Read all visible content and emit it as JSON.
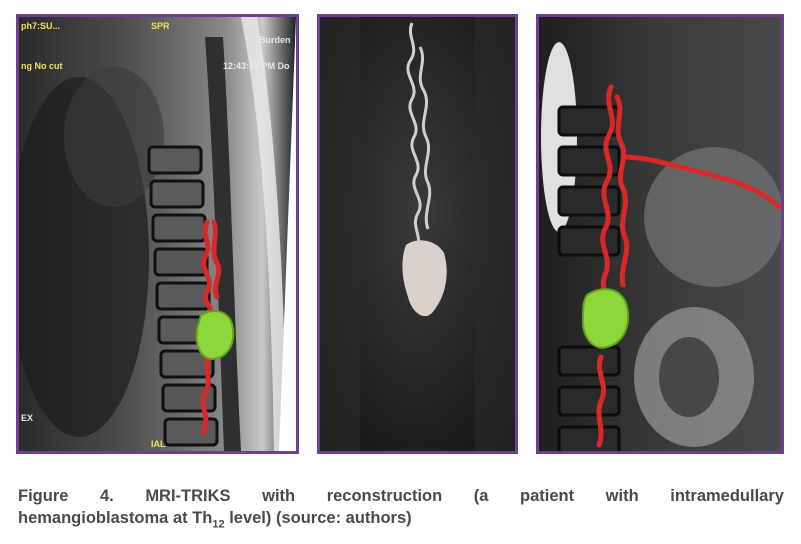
{
  "panel1": {
    "overlay_top_left": "ph7:SU...",
    "overlay_top_center": "SPR",
    "overlay_top_right": "Burden",
    "overlay_left_mid": "ng No cut",
    "overlay_time": "12:43:17 PM Do",
    "overlay_left_bottom": "EX",
    "overlay_bottom_center": "IAL"
  },
  "caption": {
    "words": [
      "Figure",
      "4.",
      "MRI-TRIKS",
      "with",
      "reconstruction",
      "(a",
      "patient",
      "with",
      "intramedullary"
    ],
    "line2_pre": "hemangioblastoma at Th",
    "line2_sub": "12",
    "line2_post": " level) (source: authors)"
  },
  "colors": {
    "border": "#6c3f92",
    "vessel": "#d8282a",
    "tumor": "#8fd63a",
    "overlay_text": "#f2e25a",
    "caption_text": "#4a4a4a"
  }
}
